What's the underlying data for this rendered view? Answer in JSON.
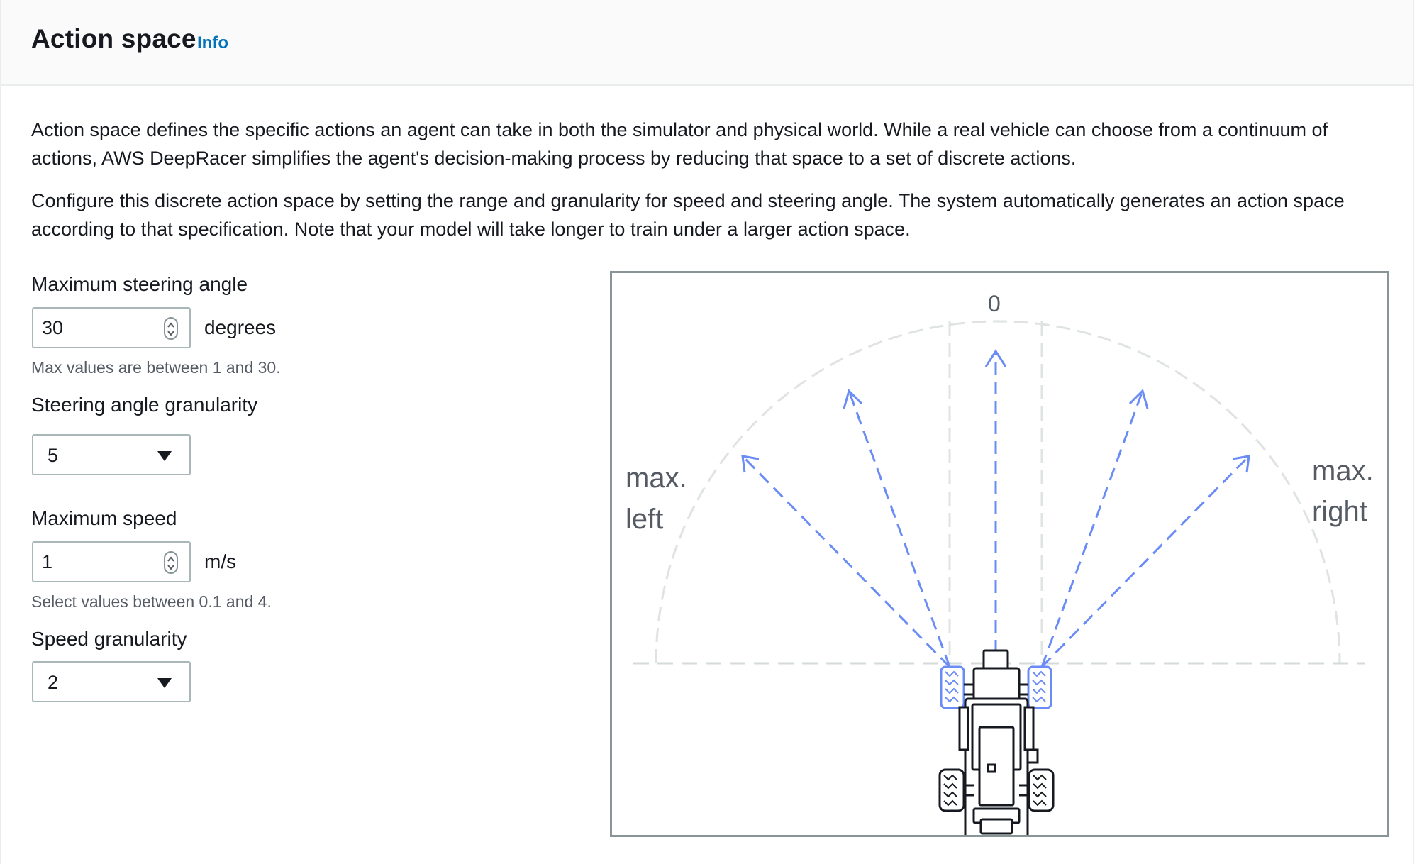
{
  "header": {
    "title": "Action space",
    "info_link": "Info"
  },
  "description": {
    "paragraph1": "Action space defines the specific actions an agent can take in both the simulator and physical world. While a real vehicle can choose from a continuum of actions, AWS DeepRacer simplifies the agent's decision-making process by reducing that space to a set of discrete actions.",
    "paragraph2": "Configure this discrete action space by setting the range and granularity for speed and steering angle. The system automatically generates an action space according to that specification. Note that your model will take longer to train under a larger action space."
  },
  "form": {
    "max_steering_angle": {
      "label": "Maximum steering angle",
      "value": "30",
      "unit": "degrees",
      "hint": "Max values are between 1 and 30."
    },
    "steering_granularity": {
      "label": "Steering angle granularity",
      "value": "5"
    },
    "max_speed": {
      "label": "Maximum speed",
      "value": "1",
      "unit": "m/s",
      "hint": "Select values between 0.1 and 4."
    },
    "speed_granularity": {
      "label": "Speed granularity",
      "value": "2"
    }
  },
  "diagram": {
    "top_label": "0",
    "left_label_line1": "max.",
    "left_label_line2": "left",
    "right_label_line1": "max.",
    "right_label_line2": "right",
    "arrow_color": "#6b8cf5",
    "arc_color": "#d5dbdb",
    "car_icon": "car-top-view-icon"
  },
  "colors": {
    "link": "#0073bb",
    "text": "#16191f",
    "hint": "#545b64",
    "border": "#aab7b8"
  }
}
